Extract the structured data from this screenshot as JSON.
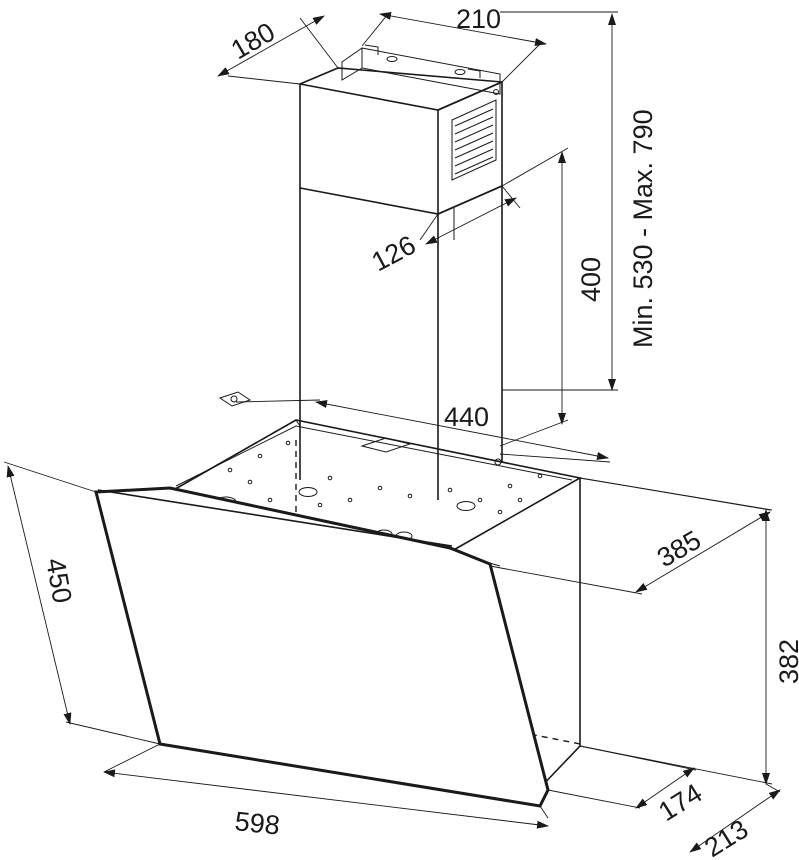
{
  "diagram": {
    "dimensions": {
      "chimney_depth": "180",
      "chimney_width": "210",
      "chimney_height": "Min. 530 - Max. 790",
      "inner_offset": "126",
      "chimney_lower_height": "400",
      "mount_spacing": "440",
      "canopy_depth": "385",
      "canopy_height": "382",
      "glass_height": "450",
      "hood_width": "598",
      "lower_depth": "174",
      "total_depth": "213"
    }
  }
}
